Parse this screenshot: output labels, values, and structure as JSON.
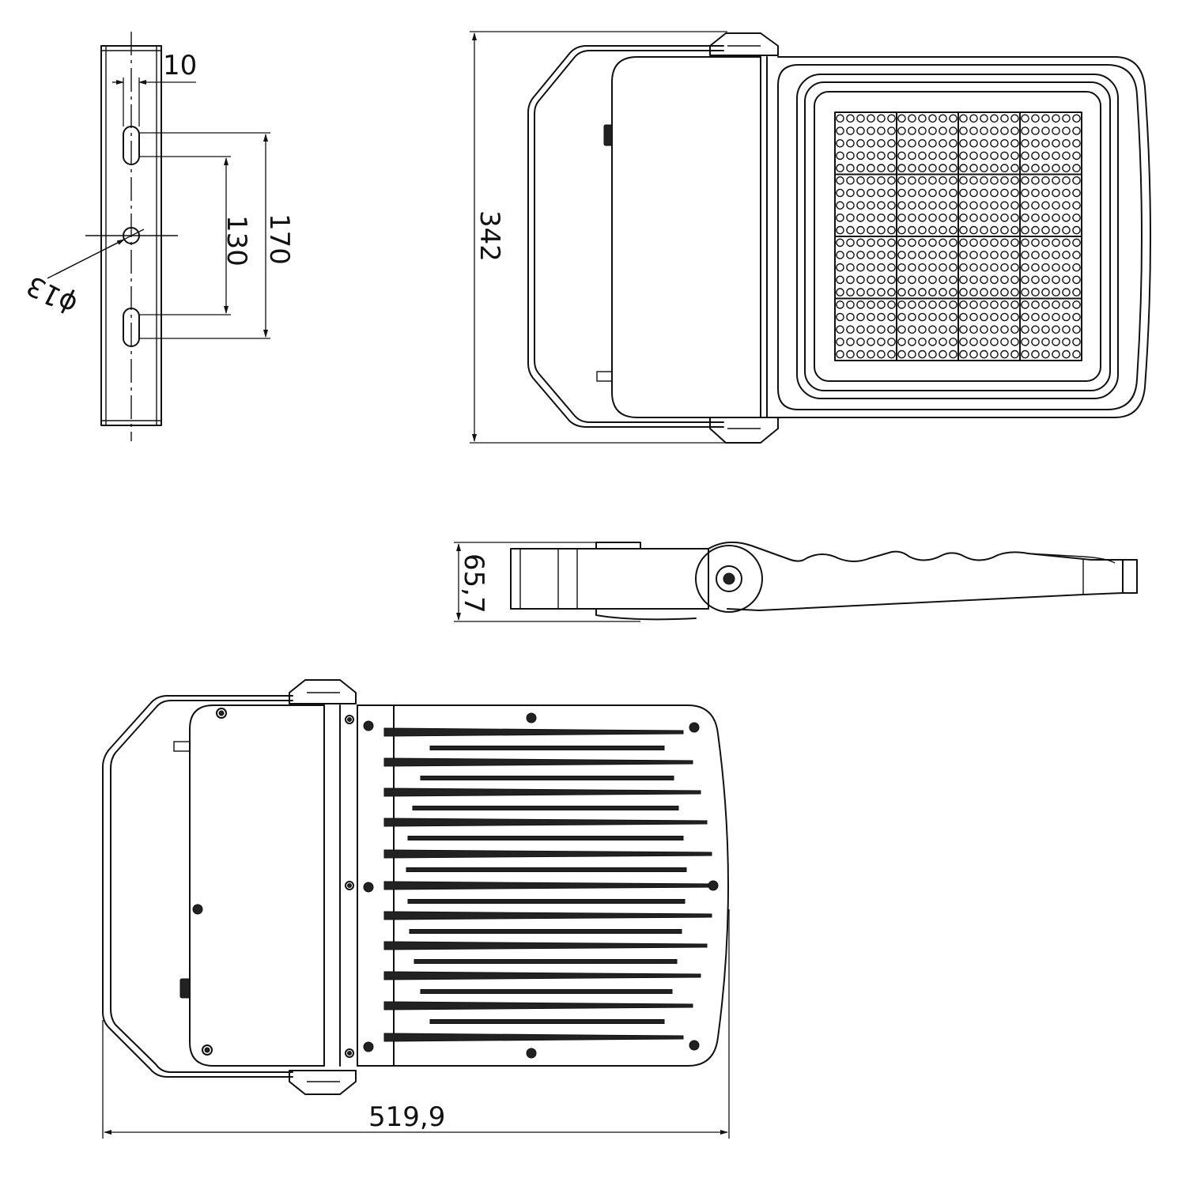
{
  "dimensions": {
    "slot_width": "10",
    "inner_spacing": "130",
    "outer_spacing": "170",
    "hole_diameter": "ϕ13",
    "height": "342",
    "thickness": "65,7",
    "length": "519,9"
  },
  "colors": {
    "line": "#111111",
    "background": "#ffffff"
  }
}
